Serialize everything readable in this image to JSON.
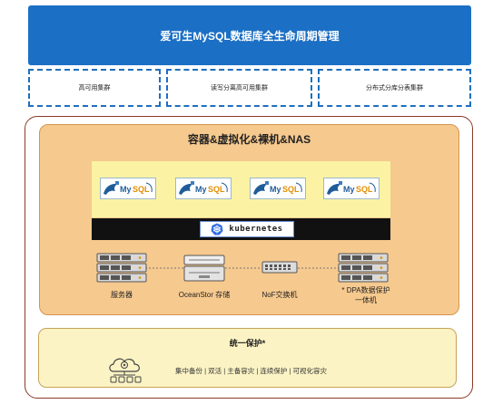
{
  "header": {
    "title": "爱可生MySQL数据库全生命周期管理"
  },
  "clusters": [
    {
      "label": "高可用集群"
    },
    {
      "label": "读写分离高可用集群"
    },
    {
      "label": "分布式分库分表集群"
    }
  ],
  "infra": {
    "title": "容器&虚拟化&裸机&NAS",
    "mysql_instances": [
      {
        "logo_text": "MySQL"
      },
      {
        "logo_text": "MySQL"
      },
      {
        "logo_text": "MySQL"
      },
      {
        "logo_text": "MySQL"
      }
    ],
    "orchestrator": {
      "label": "kubernetes"
    },
    "hardware": [
      {
        "label": "服务器",
        "icon": "server-rack-icon"
      },
      {
        "label": "OceanStor 存储",
        "icon": "storage-array-icon"
      },
      {
        "label": "NoF交换机",
        "icon": "network-switch-icon"
      },
      {
        "label_line1": "* DPA数据保护",
        "label_line2": "一体机",
        "icon": "server-rack-icon"
      }
    ]
  },
  "protection": {
    "title": "统一保护*",
    "icon": "cloud-backup-icon",
    "features": "集中备份 | 双活 | 主备容灾 | 连续保护 | 可视化容灾"
  },
  "colors": {
    "title_bar": "#1b6fc4",
    "dashed_border": "#1f6fbf",
    "outer_border": "#8a3a2a",
    "infra_fill": "#f6c98e",
    "mysql_strip": "#fbf3a3",
    "k8s_bar": "#111111",
    "protect_fill": "#fbf3c4"
  }
}
